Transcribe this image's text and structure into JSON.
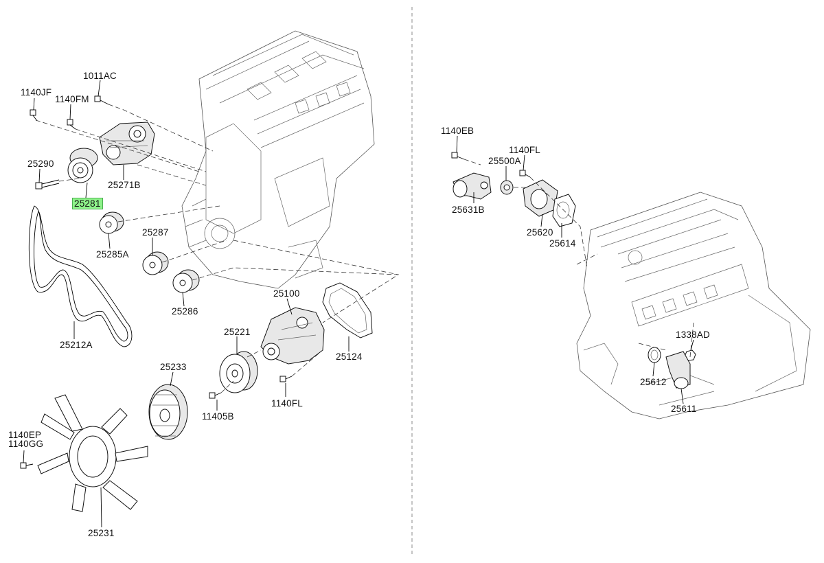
{
  "labels": {
    "p1011AC": "1011AC",
    "p1140JF": "1140JF",
    "p1140FM": "1140FM",
    "p25290": "25290",
    "p25271B": "25271B",
    "p25281": "25281",
    "p25285A": "25285A",
    "p25287": "25287",
    "p25286": "25286",
    "p25212A": "25212A",
    "p25100": "25100",
    "p25124": "25124",
    "p25221": "25221",
    "p25233": "25233",
    "p11405B": "11405B",
    "p1140FL_a": "1140FL",
    "p1140EP": "1140EP",
    "p1140GG": "1140GG",
    "p25231": "25231",
    "p1140EB": "1140EB",
    "p1140FL_b": "1140FL",
    "p25500A": "25500A",
    "p25631B": "25631B",
    "p25620": "25620",
    "p25614": "25614",
    "p1338AD": "1338AD",
    "p25612": "25612",
    "p25611": "25611"
  },
  "highlighted_part": "25281",
  "colors": {
    "highlight": "#8ef28a",
    "lines": "#000000"
  }
}
